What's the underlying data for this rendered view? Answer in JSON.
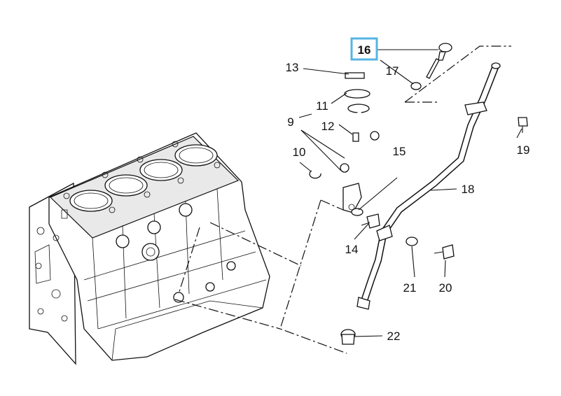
{
  "diagram": {
    "highlight_color": "#56b4e3",
    "highlighted_callout": "16",
    "callouts": [
      {
        "id": "16",
        "text": "16"
      },
      {
        "id": "17",
        "text": "17"
      },
      {
        "id": "13",
        "text": "13"
      },
      {
        "id": "11",
        "text": "11"
      },
      {
        "id": "9",
        "text": "9"
      },
      {
        "id": "12",
        "text": "12"
      },
      {
        "id": "10",
        "text": "10"
      },
      {
        "id": "15",
        "text": "15"
      },
      {
        "id": "14",
        "text": "14"
      },
      {
        "id": "18",
        "text": "18"
      },
      {
        "id": "19",
        "text": "19"
      },
      {
        "id": "21",
        "text": "21"
      },
      {
        "id": "20",
        "text": "20"
      },
      {
        "id": "22",
        "text": "22"
      }
    ]
  }
}
